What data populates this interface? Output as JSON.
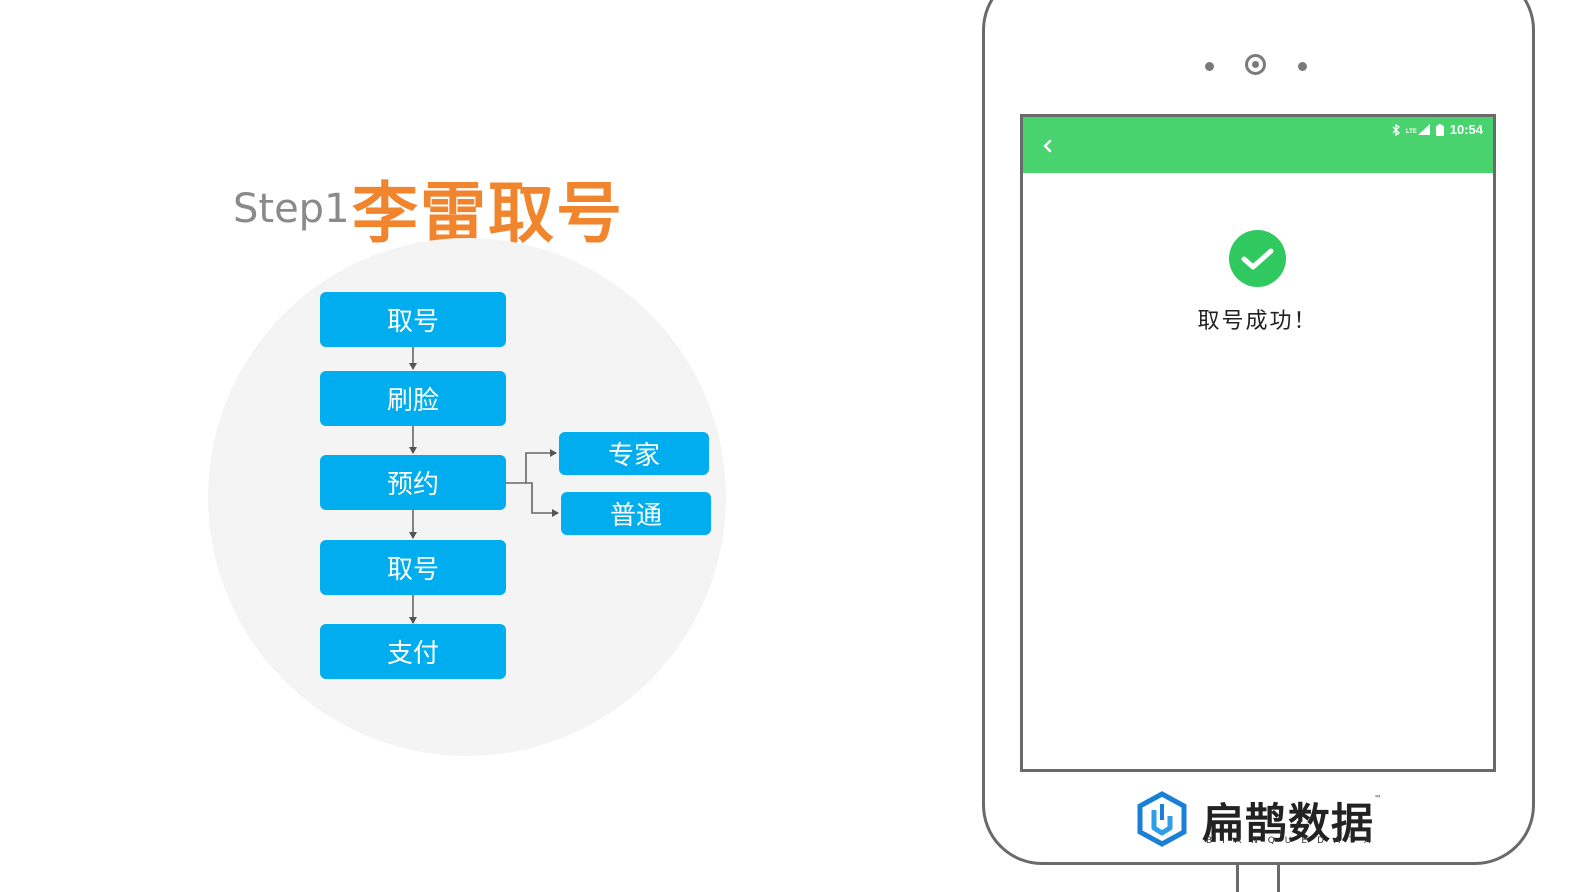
{
  "header": {
    "step_label": "Step1",
    "title": "李雷取号"
  },
  "flow": {
    "steps": [
      "取号",
      "刷脸",
      "预约",
      "取号",
      "支付"
    ],
    "branches": [
      "专家",
      "普通"
    ]
  },
  "phone": {
    "status_time": "10:54",
    "status_network": "LTE",
    "message": "取号成功！",
    "brand_name": "扁鹊数据",
    "brand_sub": "BIANQUEDATA",
    "brand_tm": "™"
  },
  "colors": {
    "flow_box": "#00aeef",
    "title": "#f0852d",
    "app_bar": "#48d36f",
    "success": "#2fc95f",
    "brand_blue": "#1a7fd6"
  },
  "icons": [
    "back-arrow-icon",
    "check-icon",
    "bluetooth-icon",
    "signal-icon",
    "battery-icon",
    "brand-logo-icon"
  ]
}
